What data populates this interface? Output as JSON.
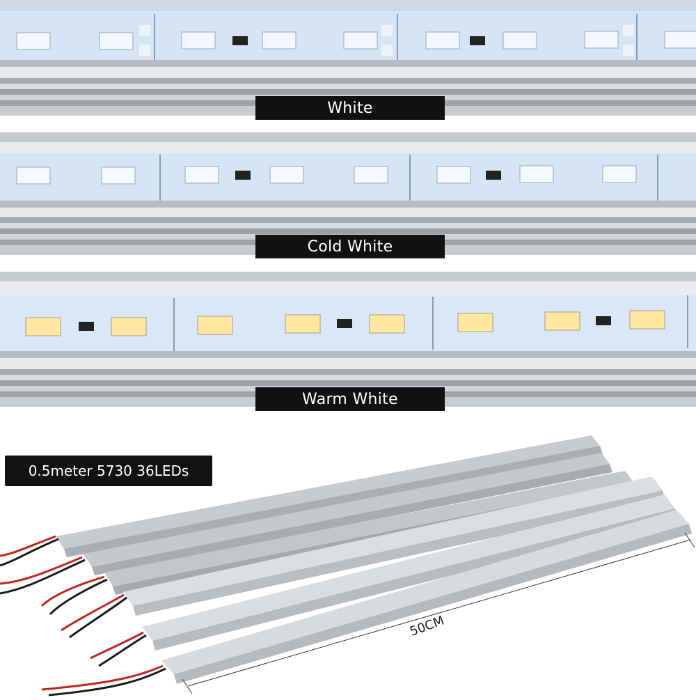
{
  "panels": [
    {
      "label": "White",
      "led_color": "#f2f6ff"
    },
    {
      "label": "Cold White",
      "led_color": "#f4f8ff"
    },
    {
      "label": "Warm White",
      "led_color": "#ffe9a8"
    }
  ],
  "spec_label": "0.5meter 5730 36LEDs",
  "dimension_label": "50CM",
  "colors": {
    "aluminum": "#c9cdd2",
    "pcb": "#d8e6f6",
    "label_bg": "#111111",
    "wire_red": "#c0261d",
    "wire_black": "#1b1b1b"
  }
}
